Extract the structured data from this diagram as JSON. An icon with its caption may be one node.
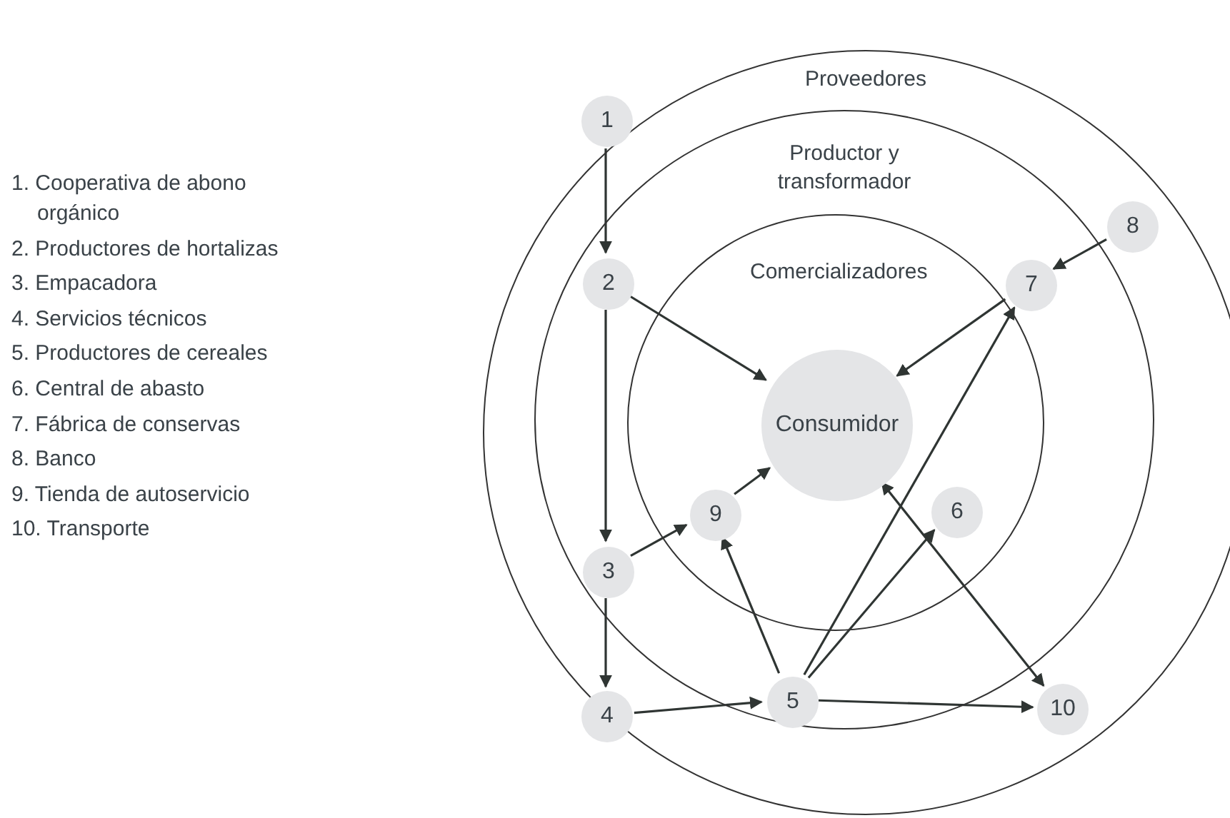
{
  "diagram": {
    "nodes": [
      {
        "text": [
          "Proveedores"
        ]
      },
      {
        "text": [
          "Productor y transformador"
        ],
        "in": 0
      },
      {
        "text": [
          "Comercializadores"
        ],
        "in": 1
      },
      {
        "text": [
          "Consumidor"
        ],
        "in": 2
      },
      {
        "text": [
          "1"
        ],
        "in": 0
      },
      {
        "text": [
          "2"
        ],
        "in": 1
      },
      {
        "text": [
          "3"
        ],
        "in": 1
      },
      {
        "text": [
          "4"
        ],
        "in": 0
      },
      {
        "text": [
          "5"
        ],
        "in": 1
      },
      {
        "text": [
          "6"
        ],
        "in": 2
      },
      {
        "text": [
          "7"
        ],
        "in": 1
      },
      {
        "text": [
          "8"
        ],
        "in": 0
      },
      {
        "text": [
          "9"
        ],
        "in": 2
      },
      {
        "text": [
          "10"
        ],
        "in": 0
      }
    ],
    "edges": [
      {
        "from": 4,
        "to": 5,
        "arrow": "to"
      },
      {
        "from": 5,
        "to": 6,
        "arrow": "to"
      },
      {
        "from": 5,
        "to": 3,
        "arrow": "to"
      },
      {
        "from": 11,
        "to": 10,
        "arrow": "to"
      },
      {
        "from": 10,
        "to": 3,
        "arrow": "to"
      },
      {
        "from": 6,
        "to": 12,
        "arrow": "to"
      },
      {
        "from": 12,
        "to": 3,
        "arrow": "to"
      },
      {
        "from": 6,
        "to": 7,
        "arrow": "to"
      },
      {
        "from": 7,
        "to": 8,
        "arrow": "to"
      },
      {
        "from": 8,
        "to": 12,
        "arrow": "to"
      },
      {
        "from": 8,
        "to": 10,
        "arrow": "to"
      },
      {
        "from": 8,
        "to": 9,
        "arrow": "to"
      },
      {
        "from": 8,
        "to": 13,
        "arrow": "to"
      },
      {
        "from": 13,
        "to": 3,
        "arrow": "both"
      }
    ],
    "labels": [
      "1. Cooperativa de abono orgánico",
      "2. Productores de hortalizas",
      "3. Empacadora",
      "4. Servicios técnicos",
      "5. Productores de cereales",
      "6. Central de abasto",
      "7. Fábrica de conservas",
      "8. Banco",
      "9. Tienda de autoservicio",
      "10. Transporte"
    ]
  }
}
